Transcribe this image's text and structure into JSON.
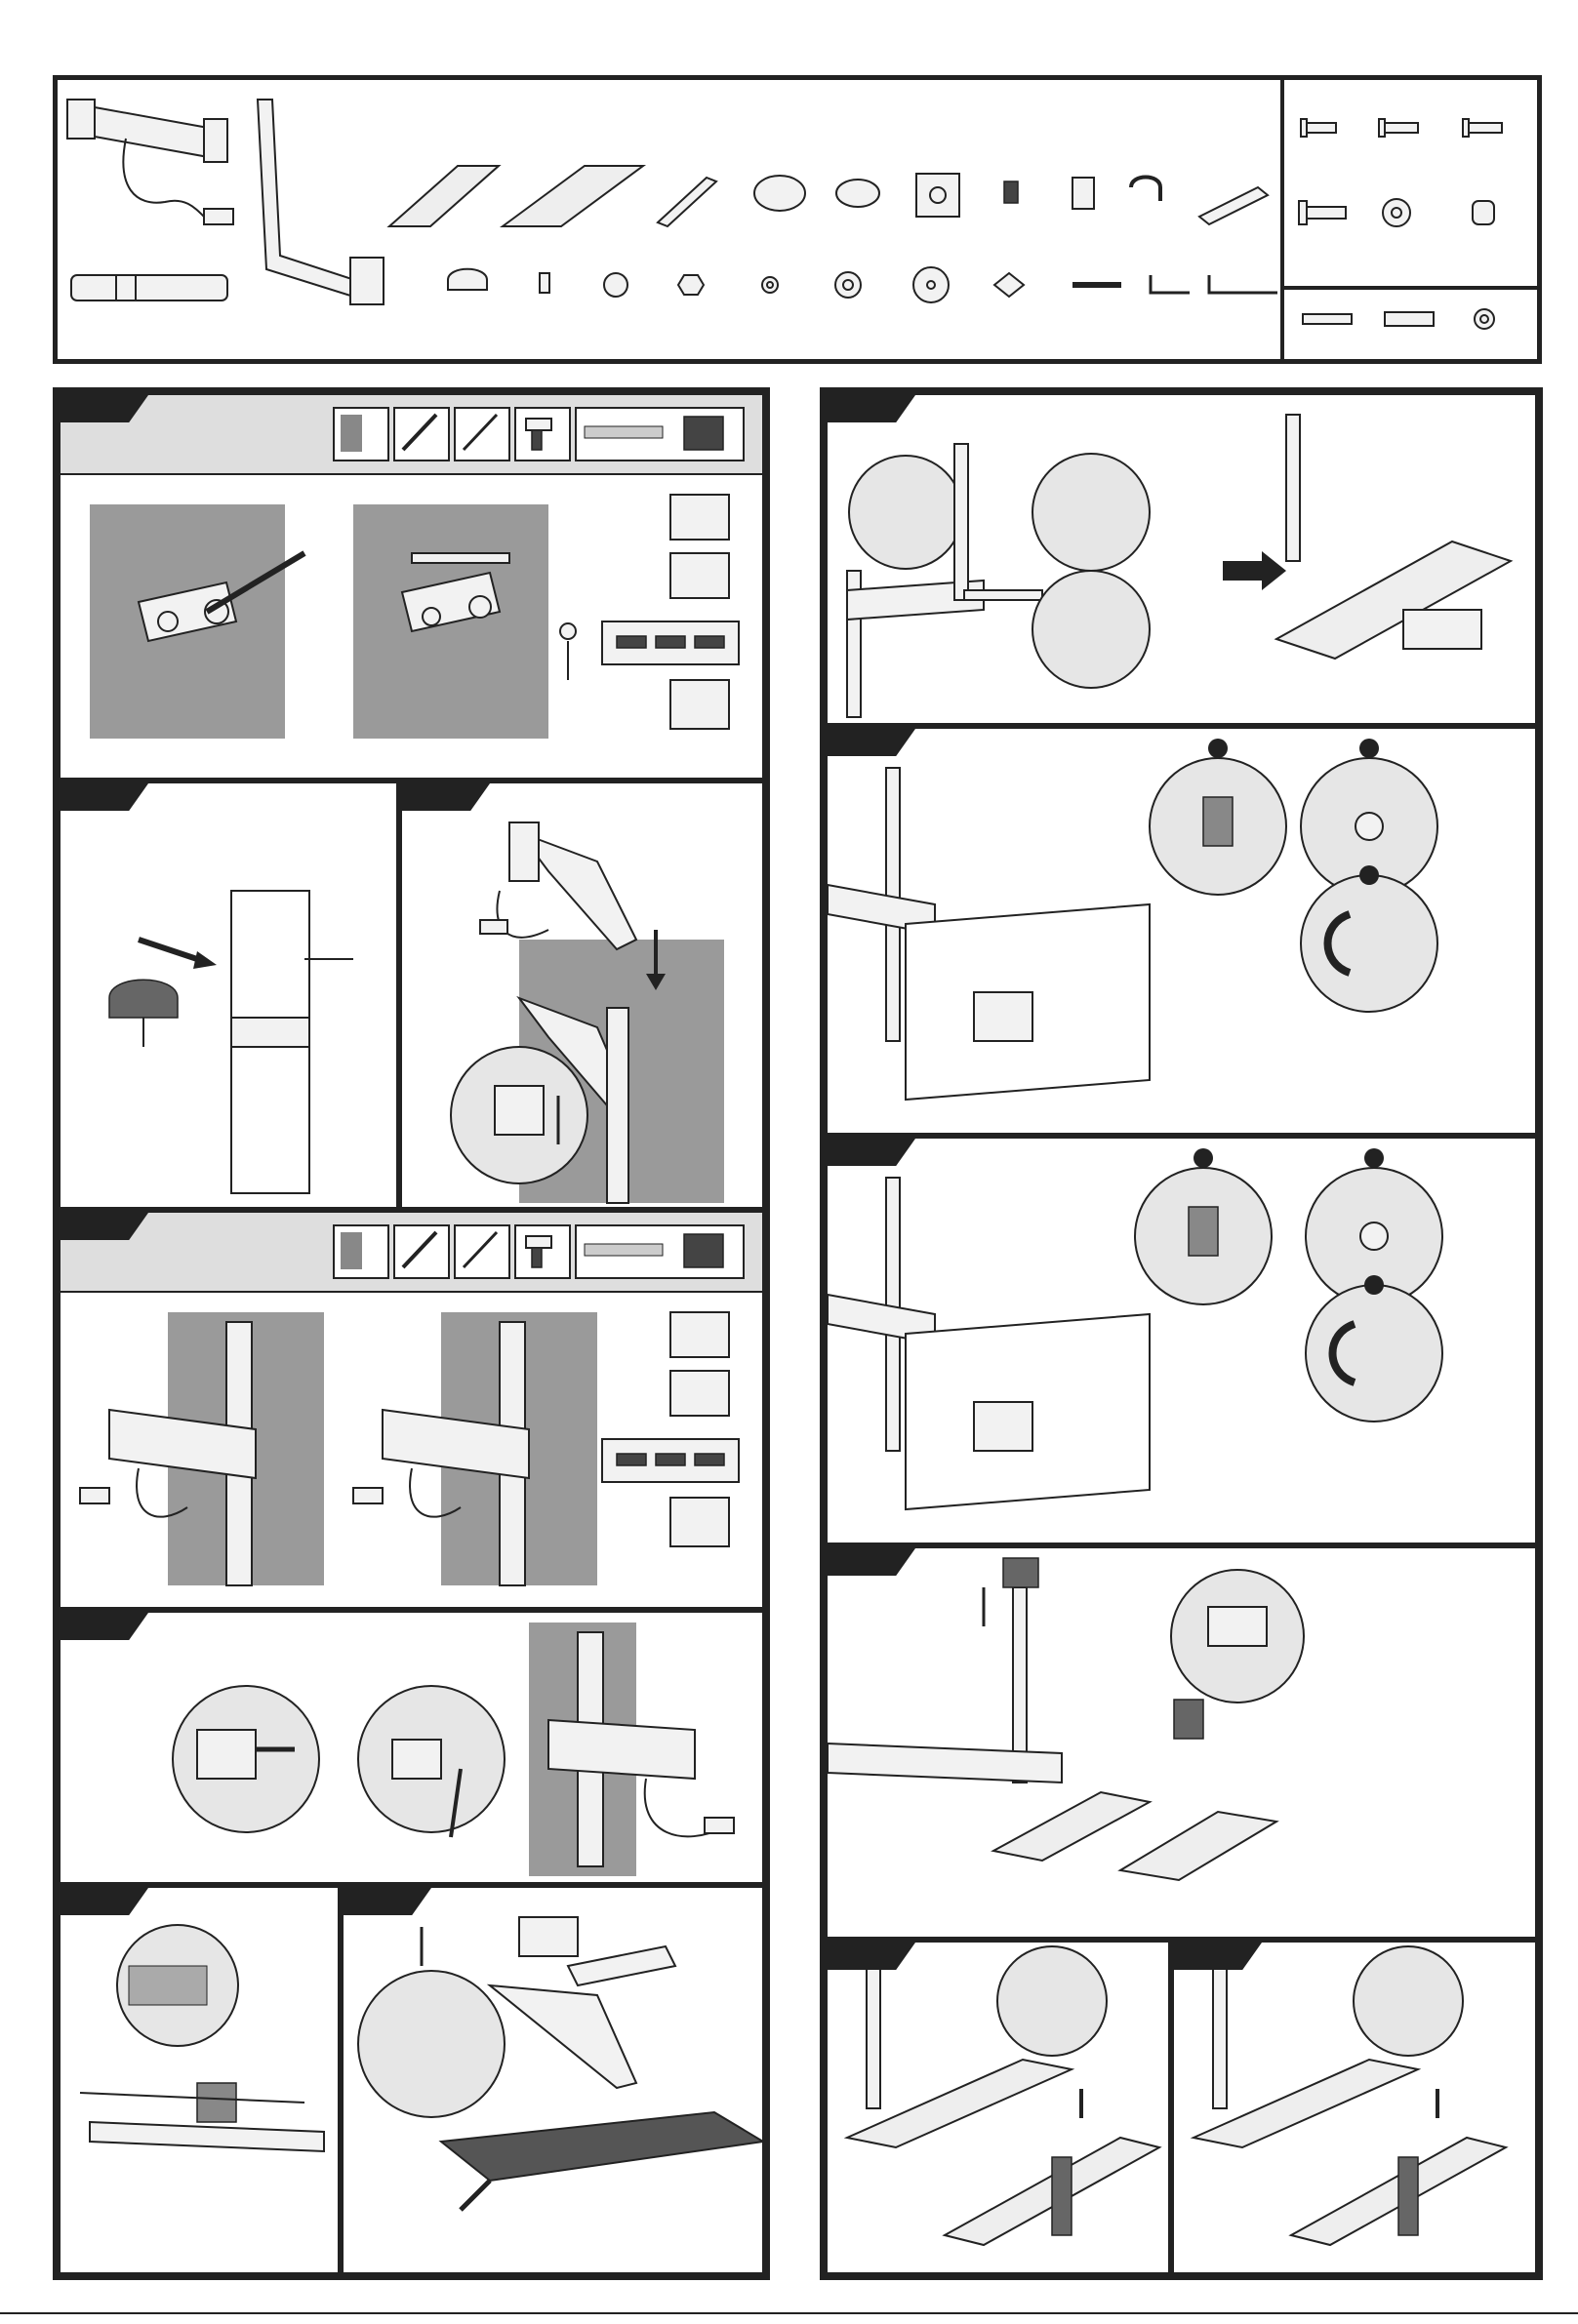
{
  "document": {
    "type": "assembly-instructions",
    "visible_text": []
  },
  "parts_list": {
    "main_parts": [
      "gas-spring-arm",
      "pole",
      "bent-support-post",
      "keyboard-tray-small",
      "keyboard-tray-large",
      "slide-rail",
      "pole-clamp",
      "cable-clip",
      "vesa-plate",
      "knob",
      "mouse-holder",
      "hook",
      "bracket",
      "clip-ring",
      "screw",
      "cap",
      "nut",
      "small-washer",
      "washer",
      "large-washer",
      "pad",
      "wrench",
      "short-allen-key",
      "long-allen-key"
    ],
    "hardware_small": [
      "screw-m4",
      "screw-m5",
      "screw-m6",
      "bolt",
      "washer-ring",
      "spacer"
    ],
    "hardware_wall": [
      "wood-screw",
      "wall-anchor",
      "flat-washer"
    ]
  },
  "steps_left": [
    {
      "id": "step-1",
      "tools": [
        "level",
        "pencil",
        "marker",
        "drill",
        "drill-bit"
      ]
    },
    {
      "id": "step-2a",
      "tools": []
    },
    {
      "id": "step-2b",
      "tools": []
    },
    {
      "id": "step-3",
      "tools": [
        "level",
        "pencil",
        "marker",
        "drill",
        "drill-bit"
      ]
    },
    {
      "id": "step-4",
      "tools": []
    },
    {
      "id": "step-5a",
      "tools": []
    },
    {
      "id": "step-5b",
      "tools": []
    }
  ],
  "steps_right": [
    {
      "id": "step-6",
      "tools": []
    },
    {
      "id": "step-7",
      "tools": []
    },
    {
      "id": "step-8",
      "tools": []
    },
    {
      "id": "step-9",
      "tools": []
    },
    {
      "id": "step-10a",
      "tools": []
    },
    {
      "id": "step-10b",
      "tools": []
    }
  ],
  "colors": {
    "line": "#222222",
    "wall": "#9a9a9a",
    "band": "#dedede",
    "metal": "#f2f2f2"
  }
}
